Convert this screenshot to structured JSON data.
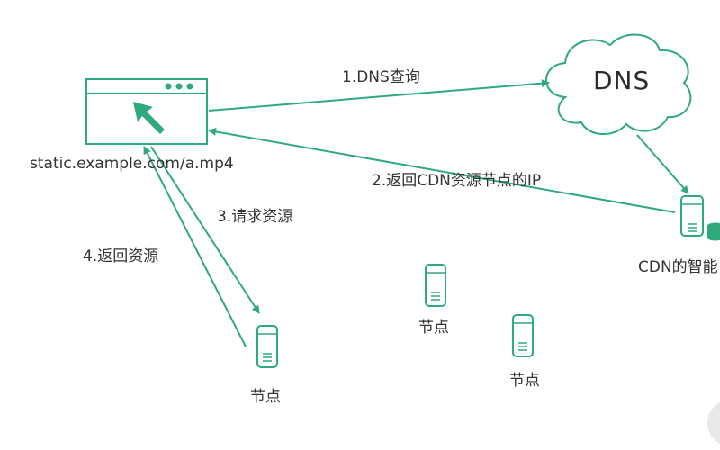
{
  "colors": {
    "accent": "#2eaa7c",
    "text": "#333333",
    "background": "#ffffff",
    "corner_shape": "#e9e9e9"
  },
  "client": {
    "url": "static.example.com/a.mp4",
    "icon": "browser-window-icon",
    "cursor_icon": "cursor-arrow-icon"
  },
  "dns": {
    "label": "DNS",
    "icon": "cloud-icon"
  },
  "smart_dns": {
    "label": "CDN的智能"
  },
  "edges": {
    "step1": "1.DNS查询",
    "step2": "2.返回CDN资源节点的IP",
    "step3": "3.请求资源",
    "step4": "4.返回资源"
  },
  "nodes": [
    {
      "label": "节点",
      "icon": "server-icon"
    },
    {
      "label": "节点",
      "icon": "server-icon"
    },
    {
      "label": "节点",
      "icon": "server-icon"
    }
  ]
}
